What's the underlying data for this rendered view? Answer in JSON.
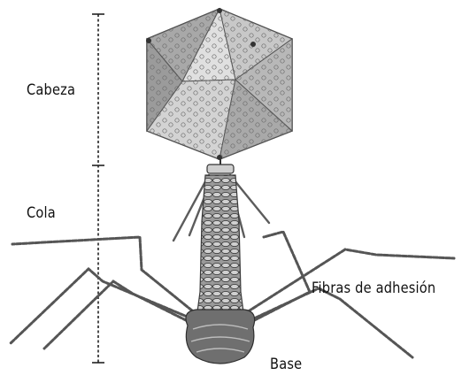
{
  "labels": {
    "head": "Cabeza",
    "tail": "Cola",
    "fibers": "Fibras de adhesión",
    "base": "Base"
  },
  "colors": {
    "background": "#ffffff",
    "ink": "#111111",
    "capsid_light": "#d7d7d7",
    "capsid_dark": "#7c7c7c",
    "tail_fill": "#8e8e8e",
    "fiber": "#555555"
  }
}
